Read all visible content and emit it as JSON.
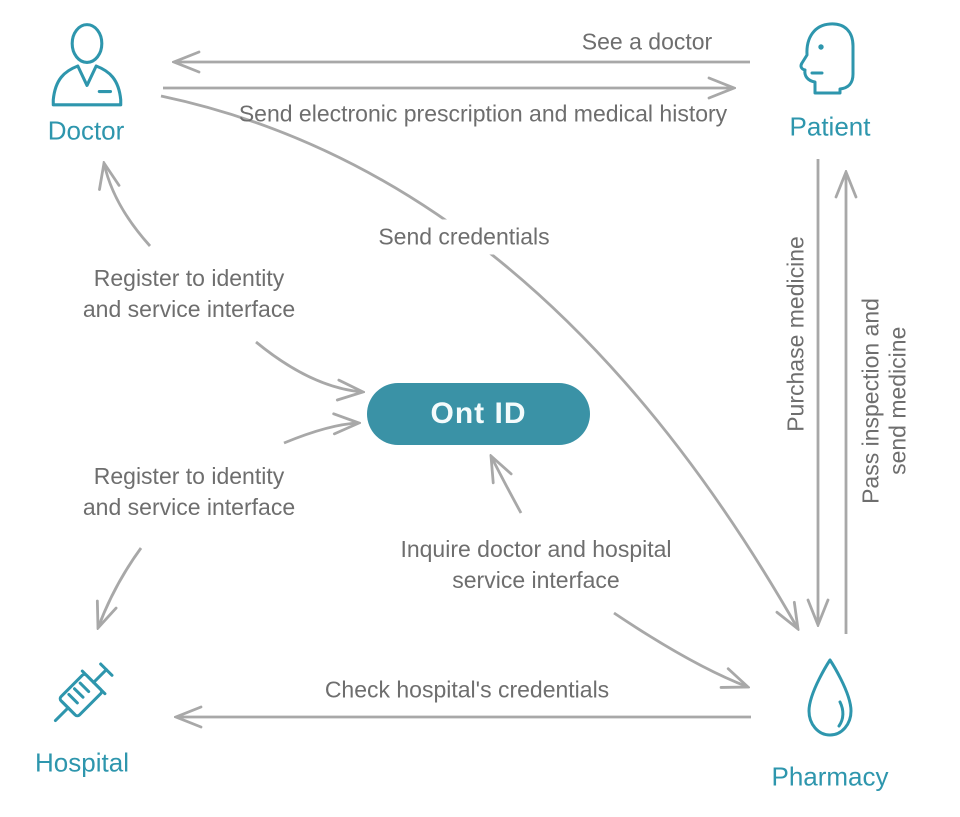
{
  "colors": {
    "accent_teal": "#2e96ad",
    "pill_fill": "#3a92a6",
    "arrow_gray": "#a8a8a8",
    "label_gray": "#6e6e6e",
    "background": "#ffffff"
  },
  "nodes": {
    "doctor": {
      "label": "Doctor",
      "icon": "doctor-icon"
    },
    "patient": {
      "label": "Patient",
      "icon": "head-profile-icon"
    },
    "hospital": {
      "label": "Hospital",
      "icon": "syringe-icon"
    },
    "pharmacy": {
      "label": "Pharmacy",
      "icon": "droplet-icon"
    },
    "ont_id": {
      "label": "Ont ID"
    }
  },
  "edges": {
    "see_doctor": {
      "label": "See a doctor",
      "from": "Patient",
      "to": "Doctor"
    },
    "send_prescription": {
      "label": "Send electronic prescription and medical history",
      "from": "Doctor",
      "to": "Patient"
    },
    "send_credentials": {
      "label": "Send credentials",
      "from": "Doctor",
      "to": "Pharmacy"
    },
    "register_doctor": {
      "line1": "Register to identity",
      "line2": "and service interface",
      "from": "Doctor",
      "to": "Ont ID"
    },
    "register_hospital": {
      "line1": "Register to identity",
      "line2": "and service interface",
      "from": "Hospital",
      "to": "Ont ID"
    },
    "purchase": {
      "label": "Purchase medicine",
      "from": "Patient",
      "to": "Pharmacy"
    },
    "pass_inspection": {
      "line1": "Pass inspection and",
      "line2": "send medicine",
      "from": "Pharmacy",
      "to": "Patient"
    },
    "inquire": {
      "line1": "Inquire doctor and hospital",
      "line2": "service interface",
      "from": "Pharmacy",
      "to": "Ont ID"
    },
    "check_credentials": {
      "label": "Check hospital's credentials",
      "from": "Pharmacy",
      "to": "Hospital"
    }
  }
}
